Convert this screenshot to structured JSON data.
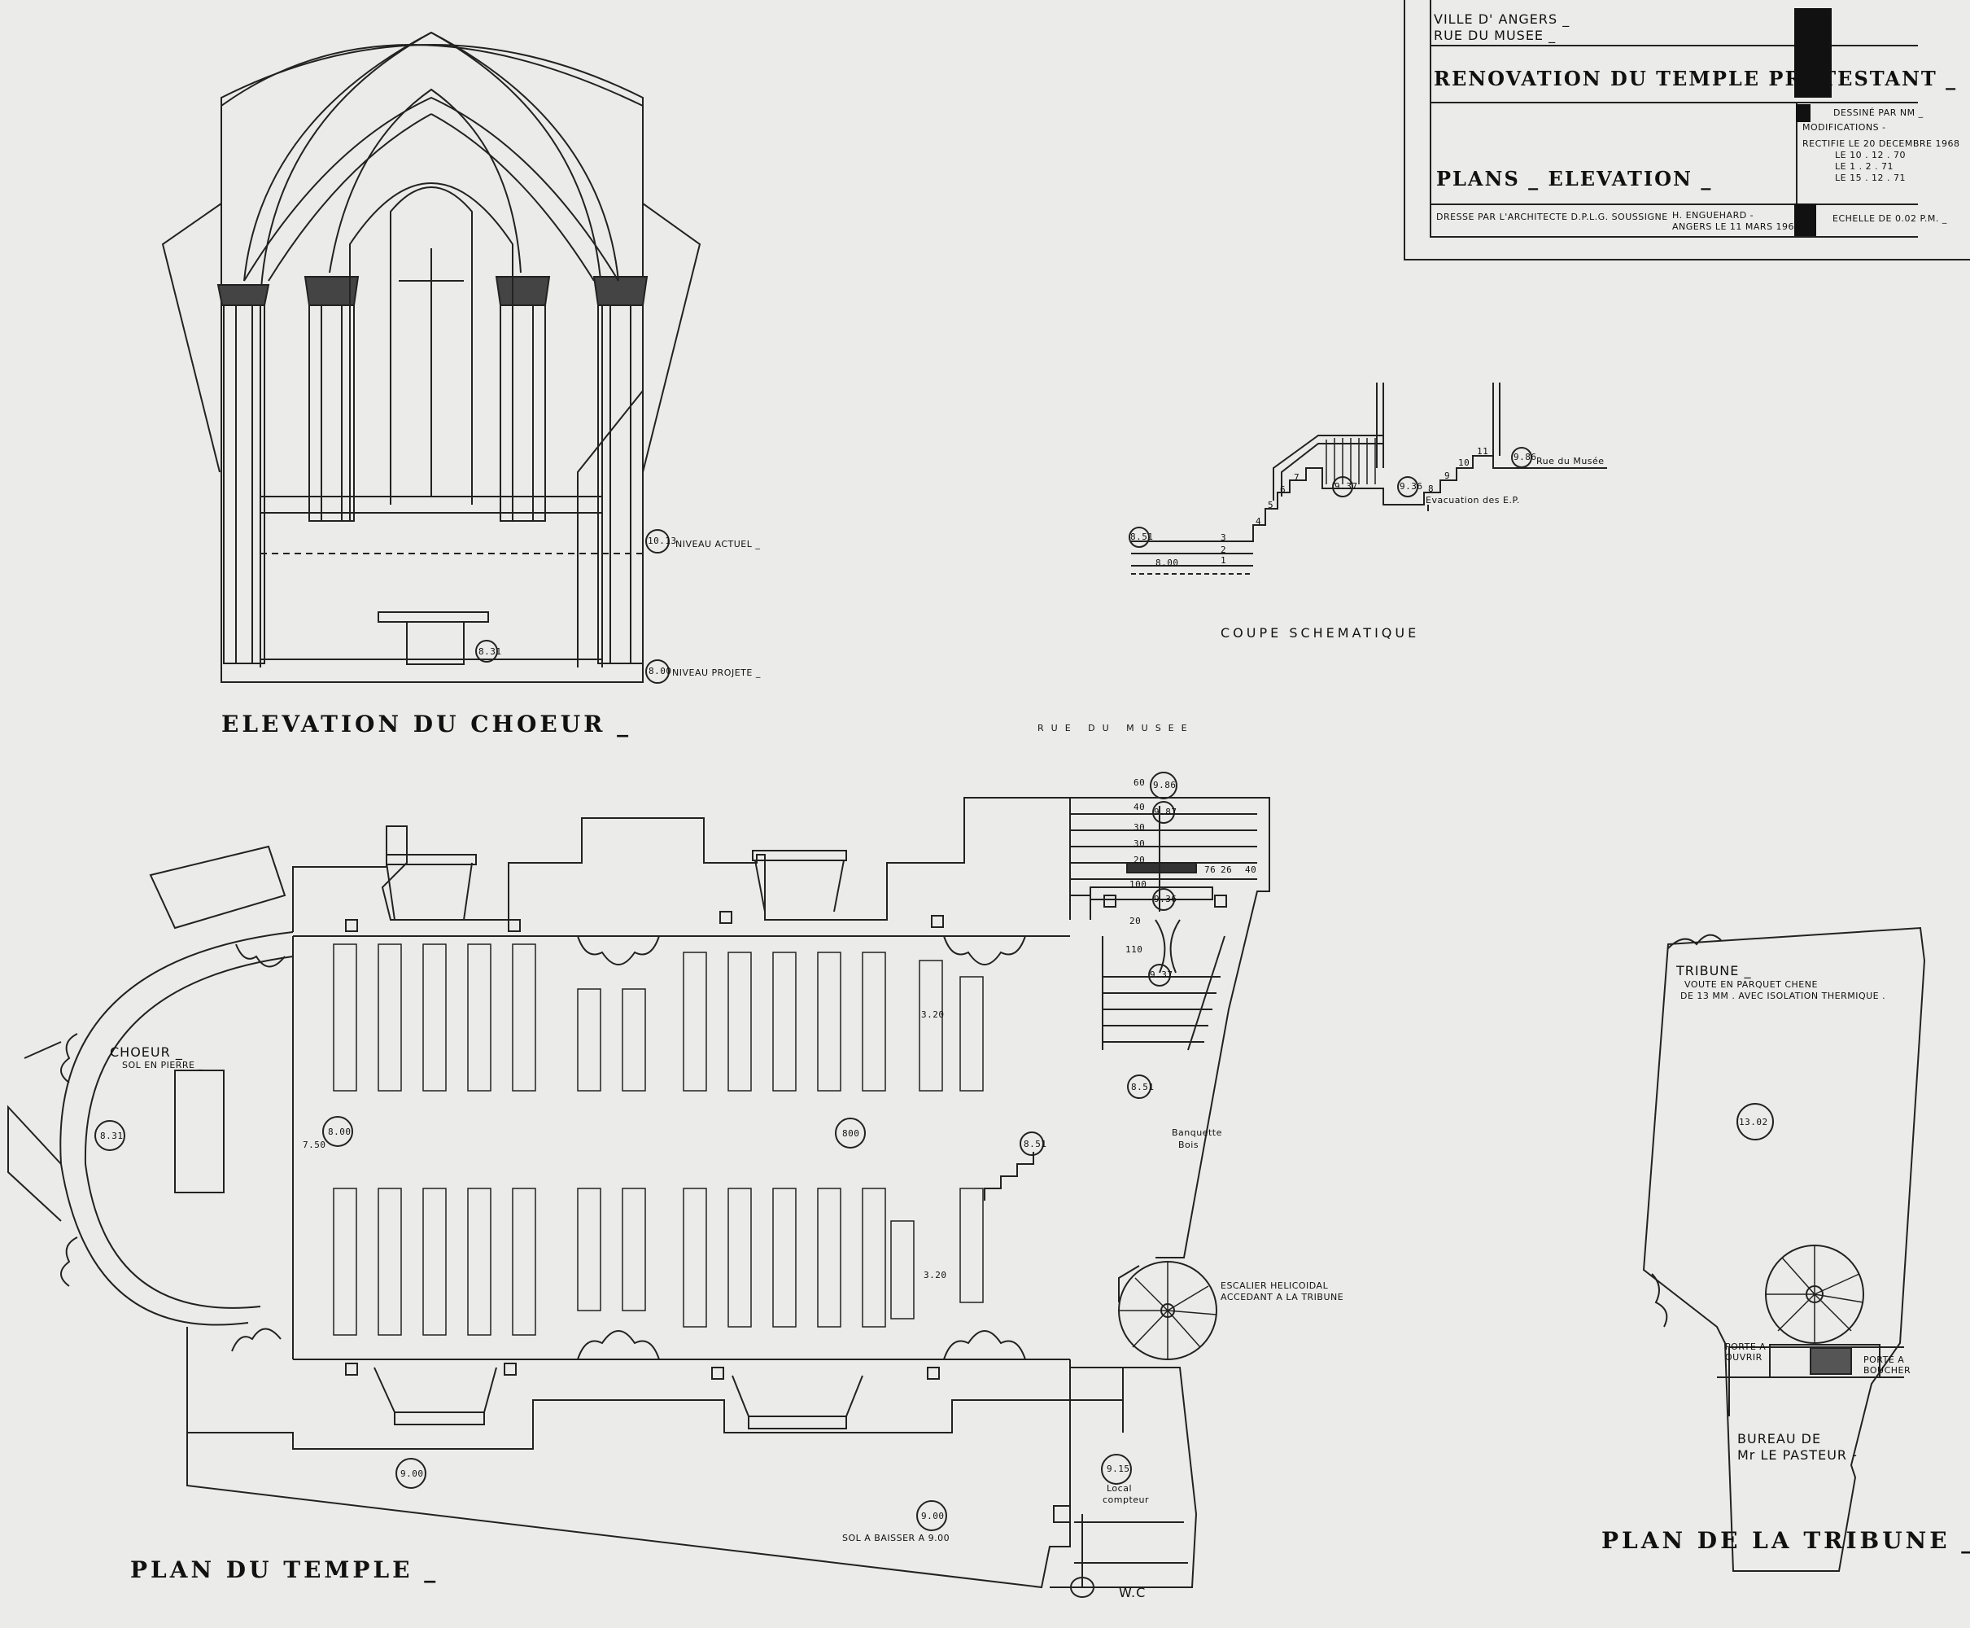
{
  "title_block": {
    "city": "VILLE D' ANGERS _",
    "street": "RUE DU MUSEE _",
    "project": "RENOVATION DU TEMPLE PROTESTANT _",
    "drawn_by": "DESSINÉ PAR NM _",
    "modifications": "MODIFICATIONS -",
    "mod_1": "RECTIFIE LE 20 DECEMBRE 1968",
    "mod_2": "LE 10 . 12 . 70",
    "mod_3": "LE 1 . 2 . 71",
    "mod_4": "LE 15 . 12 . 71",
    "sheet_title": "PLANS _ ELEVATION _",
    "architect": "DRESSE PAR L'ARCHITECTE D.P.L.G. SOUSSIGNE",
    "architect_name": "H. ENGUEHARD -",
    "date": "ANGERS LE 11 MARS 1966 _",
    "scale": "ECHELLE DE 0.02 P.M. _"
  },
  "elevation": {
    "title": "ELEVATION DU CHOEUR _",
    "level_current_value": "10.13",
    "level_current_label": "NIVEAU ACTUEL _",
    "level_project_value": "8.00",
    "level_project_label": "NIVEAU PROJETE _",
    "altar_level": "8.31"
  },
  "section": {
    "title": "COUPE SCHEMATIQUE",
    "street_label": "Rue du Musée",
    "drainage_label": "Evacuation des E.P.",
    "levels": [
      "8.51",
      "8.00",
      "9.37",
      "9.36",
      "9.86"
    ],
    "step_numbers": [
      "1",
      "2",
      "3",
      "4",
      "5",
      "6",
      "7",
      "8",
      "9",
      "10",
      "11"
    ]
  },
  "plan_temple": {
    "title": "PLAN DU TEMPLE _",
    "street_label": "RUE DU MUSEE",
    "choir_label": "CHOEUR _",
    "choir_floor": "SOL EN PIERRE _",
    "choir_level": "8.31",
    "nave_level_left": "8.00",
    "nave_level_center": "800",
    "nave_level_right": "8.51",
    "entry_level": "8.51",
    "bench_label": "Banquette",
    "bench_material": "Bois",
    "stair_label": "ESCALIER HELICOIDAL",
    "stair_label2": "ACCEDANT A LA TRIBUNE",
    "level_9_00_a": "9.00",
    "level_9_00_b": "9.00",
    "lower_floor": "SOL A BAISSER A 9.00",
    "meter_level": "9.15",
    "meter_label": "Local",
    "meter_label2": "compteur",
    "wc_label": "W.C",
    "entry_levels": [
      "9.86",
      "9.87",
      "9.36",
      "9.37"
    ],
    "dims": [
      "60",
      "40",
      "30",
      "30",
      "20",
      "100",
      "76",
      "26",
      "40",
      "20",
      "110",
      "3.20",
      "3.20",
      "7.50"
    ]
  },
  "plan_tribune": {
    "title": "PLAN DE LA TRIBUNE _",
    "tribune_label": "TRIBUNE _",
    "tribune_note1": "VOUTE EN PARQUET CHENE",
    "tribune_note2": "DE 13 MM . AVEC ISOLATION THERMIQUE .",
    "level": "13.02",
    "door_open": "PORTE A",
    "door_open2": "OUVRIR",
    "door_block": "PORTE A",
    "door_block2": "BOUCHER",
    "office_label": "BUREAU DE",
    "office_label2": "Mr LE PASTEUR -"
  }
}
